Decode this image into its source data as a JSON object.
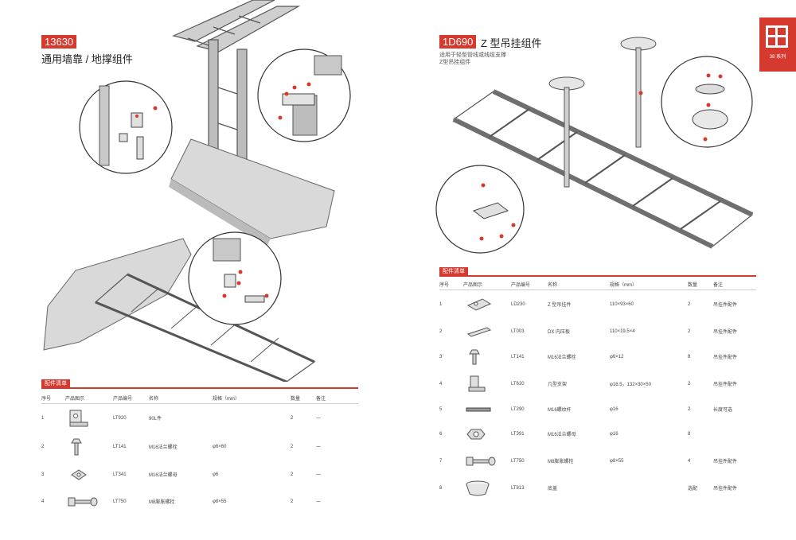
{
  "left": {
    "code": "13630",
    "title": "通用墙靠 / 地撑组件",
    "table_tag": "配件清单",
    "headers": [
      "序号",
      "产品图示",
      "产品编号",
      "名称",
      "规格（mm）",
      "数量",
      "备注"
    ],
    "rows": [
      {
        "no": "1",
        "icon": "angle-bracket-icon",
        "code": "LT920",
        "name": "90L件",
        "spec": "",
        "qty": "2",
        "note": "—"
      },
      {
        "no": "2",
        "icon": "flange-bolt-icon",
        "code": "LT141",
        "name": "M16法兰螺栓",
        "spec": "φ6×60",
        "qty": "2",
        "note": "—"
      },
      {
        "no": "3",
        "icon": "square-nut-icon",
        "code": "LT341",
        "name": "M16法兰螺母",
        "spec": "φ6",
        "qty": "2",
        "note": "—"
      },
      {
        "no": "4",
        "icon": "anchor-bolt-icon",
        "code": "LT750",
        "name": "M8膨胀螺栓",
        "spec": "φ8×55",
        "qty": "2",
        "note": "—"
      }
    ]
  },
  "right": {
    "code": "1D690",
    "title": "Z 型吊挂组件",
    "subtitle_lines": [
      "适用于轻型管线或线缆支撑",
      "Z型吊挂组件"
    ],
    "logo_text": "38 系列",
    "table_tag": "配件清单",
    "headers": [
      "序号",
      "产品图示",
      "产品编号",
      "名称",
      "规格（mm）",
      "数量",
      "备注"
    ],
    "rows": [
      {
        "no": "1",
        "icon": "z-bracket-icon",
        "code": "LD230",
        "name": "Z 型吊挂件",
        "spec": "110×93×60",
        "qty": "2",
        "note": "吊挂件配件"
      },
      {
        "no": "2",
        "icon": "flat-plate-icon",
        "code": "LT003",
        "name": "DX 内压板",
        "spec": "110×19.5×4",
        "qty": "2",
        "note": "吊挂件配件"
      },
      {
        "no": "3",
        "icon": "flange-bolt-icon",
        "code": "LT141",
        "name": "M16法兰螺栓",
        "spec": "φ6×12",
        "qty": "8",
        "note": "吊挂件配件"
      },
      {
        "no": "4",
        "icon": "u-bracket-icon",
        "code": "LT620",
        "name": "几型支架",
        "spec": "φ16.5，132×30×50",
        "qty": "2",
        "note": "吊挂件配件"
      },
      {
        "no": "5",
        "icon": "threaded-rod-icon",
        "code": "LT290",
        "name": "M16螺纹杆",
        "spec": "φ16",
        "qty": "2",
        "note": "长度可选"
      },
      {
        "no": "6",
        "icon": "hex-nut-icon",
        "code": "LT391",
        "name": "M16法兰螺母",
        "spec": "φ16",
        "qty": "8",
        "note": ""
      },
      {
        "no": "7",
        "icon": "anchor-bolt-icon",
        "code": "LT750",
        "name": "M8膨胀螺栓",
        "spec": "φ8×55",
        "qty": "4",
        "note": "吊挂件配件"
      },
      {
        "no": "8",
        "icon": "ceiling-cup-icon",
        "code": "LT813",
        "name": "底盖",
        "spec": "",
        "qty": "选配",
        "note": "吊挂件配件"
      }
    ]
  },
  "colors": {
    "accent": "#d63a2f",
    "rail": "#6f6f6f",
    "concrete": "#d9d9d9"
  }
}
